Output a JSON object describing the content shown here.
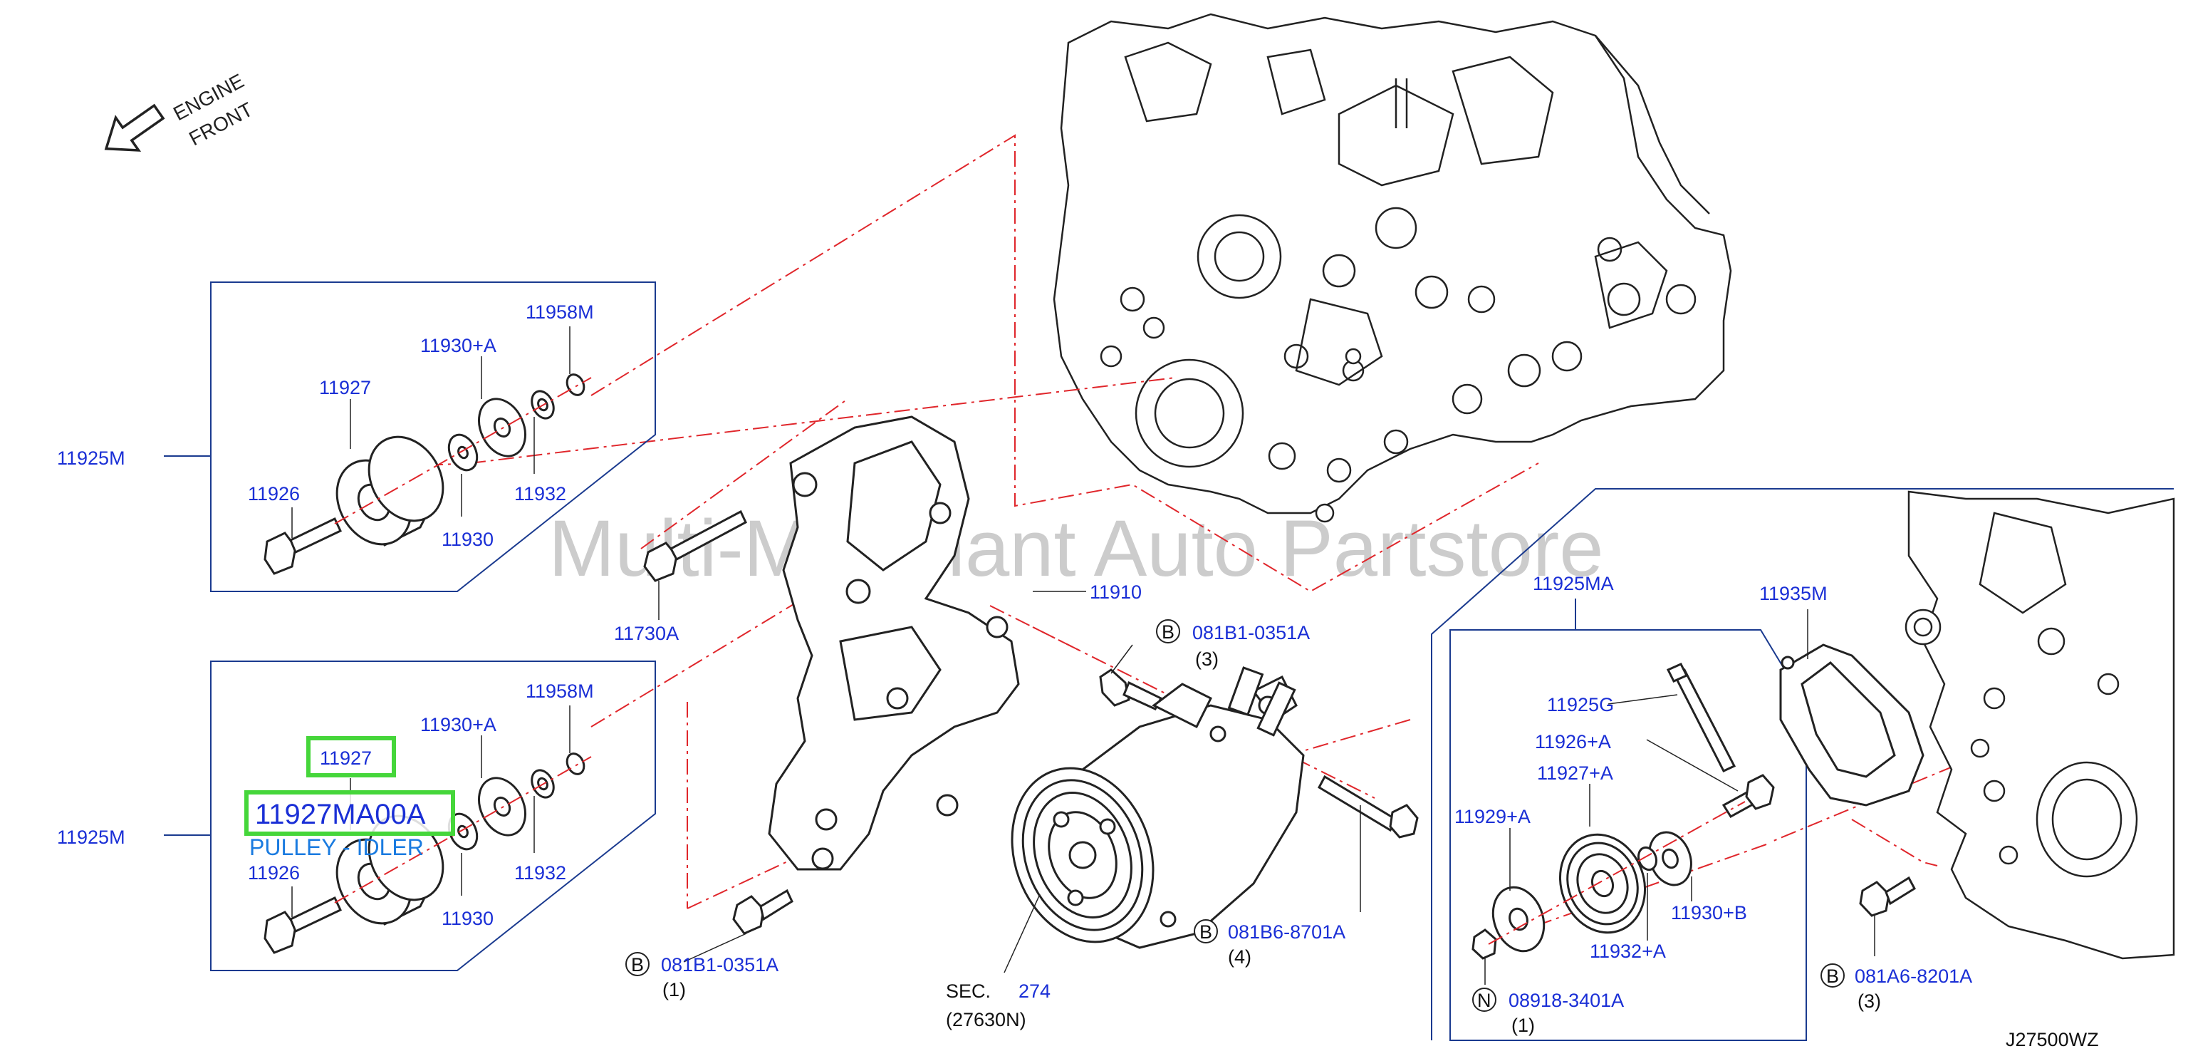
{
  "colors": {
    "part_number": "#1a2fd6",
    "highlight": "#45d63a",
    "highlight_text": "#1a2fd6",
    "dashed_line": "#e0262b",
    "frame": "#1a3a8f",
    "drawing": "#222222",
    "watermark": "#bbbbbb"
  },
  "diagram_code": "J27500WZ",
  "watermark": "Multi-Merchant Auto Partstore",
  "engine_front": {
    "line1": "ENGINE",
    "line2": "FRONT",
    "icon": "arrow-down-left-icon"
  },
  "top_box": {
    "assembly": "11925M",
    "parts": {
      "p11958M": "11958M",
      "p11930A": "11930+A",
      "p11927": "11927",
      "p11926": "11926",
      "p11932": "11932",
      "p11930": "11930"
    }
  },
  "bottom_box": {
    "assembly": "11925M",
    "highlight_label": "11927",
    "highlight_part": "11927MA00A",
    "highlight_desc": "PULLEY - IDLER",
    "parts": {
      "p11958M": "11958M",
      "p11930A": "11930+A",
      "p11926": "11926",
      "p11932": "11932",
      "p11930": "11930"
    }
  },
  "bracket": {
    "p11910": "11910",
    "p11730A": "11730A",
    "bolt_top": {
      "badge": "B",
      "code": "081B1-0351A",
      "qty": "(3)"
    },
    "bolt_bottom": {
      "badge": "B",
      "code": "081B1-0351A",
      "qty": "(1)"
    }
  },
  "compressor": {
    "sec_prefix": "SEC.",
    "sec_number": "274",
    "sec_ref": "(27630N)",
    "bolt": {
      "badge": "B",
      "code": "081B6-8701A",
      "qty": "(4)"
    }
  },
  "right_panel": {
    "assembly": "11925MA",
    "p11935M": "11935M",
    "p11925G": "11925G",
    "p11926A": "11926+A",
    "p11927A": "11927+A",
    "p11929A": "11929+A",
    "p11930B": "11930+B",
    "p11932A": "11932+A",
    "nut": {
      "badge": "N",
      "code": "08918-3401A",
      "qty": "(1)"
    },
    "bolt": {
      "badge": "B",
      "code": "081A6-8201A",
      "qty": "(3)"
    }
  }
}
